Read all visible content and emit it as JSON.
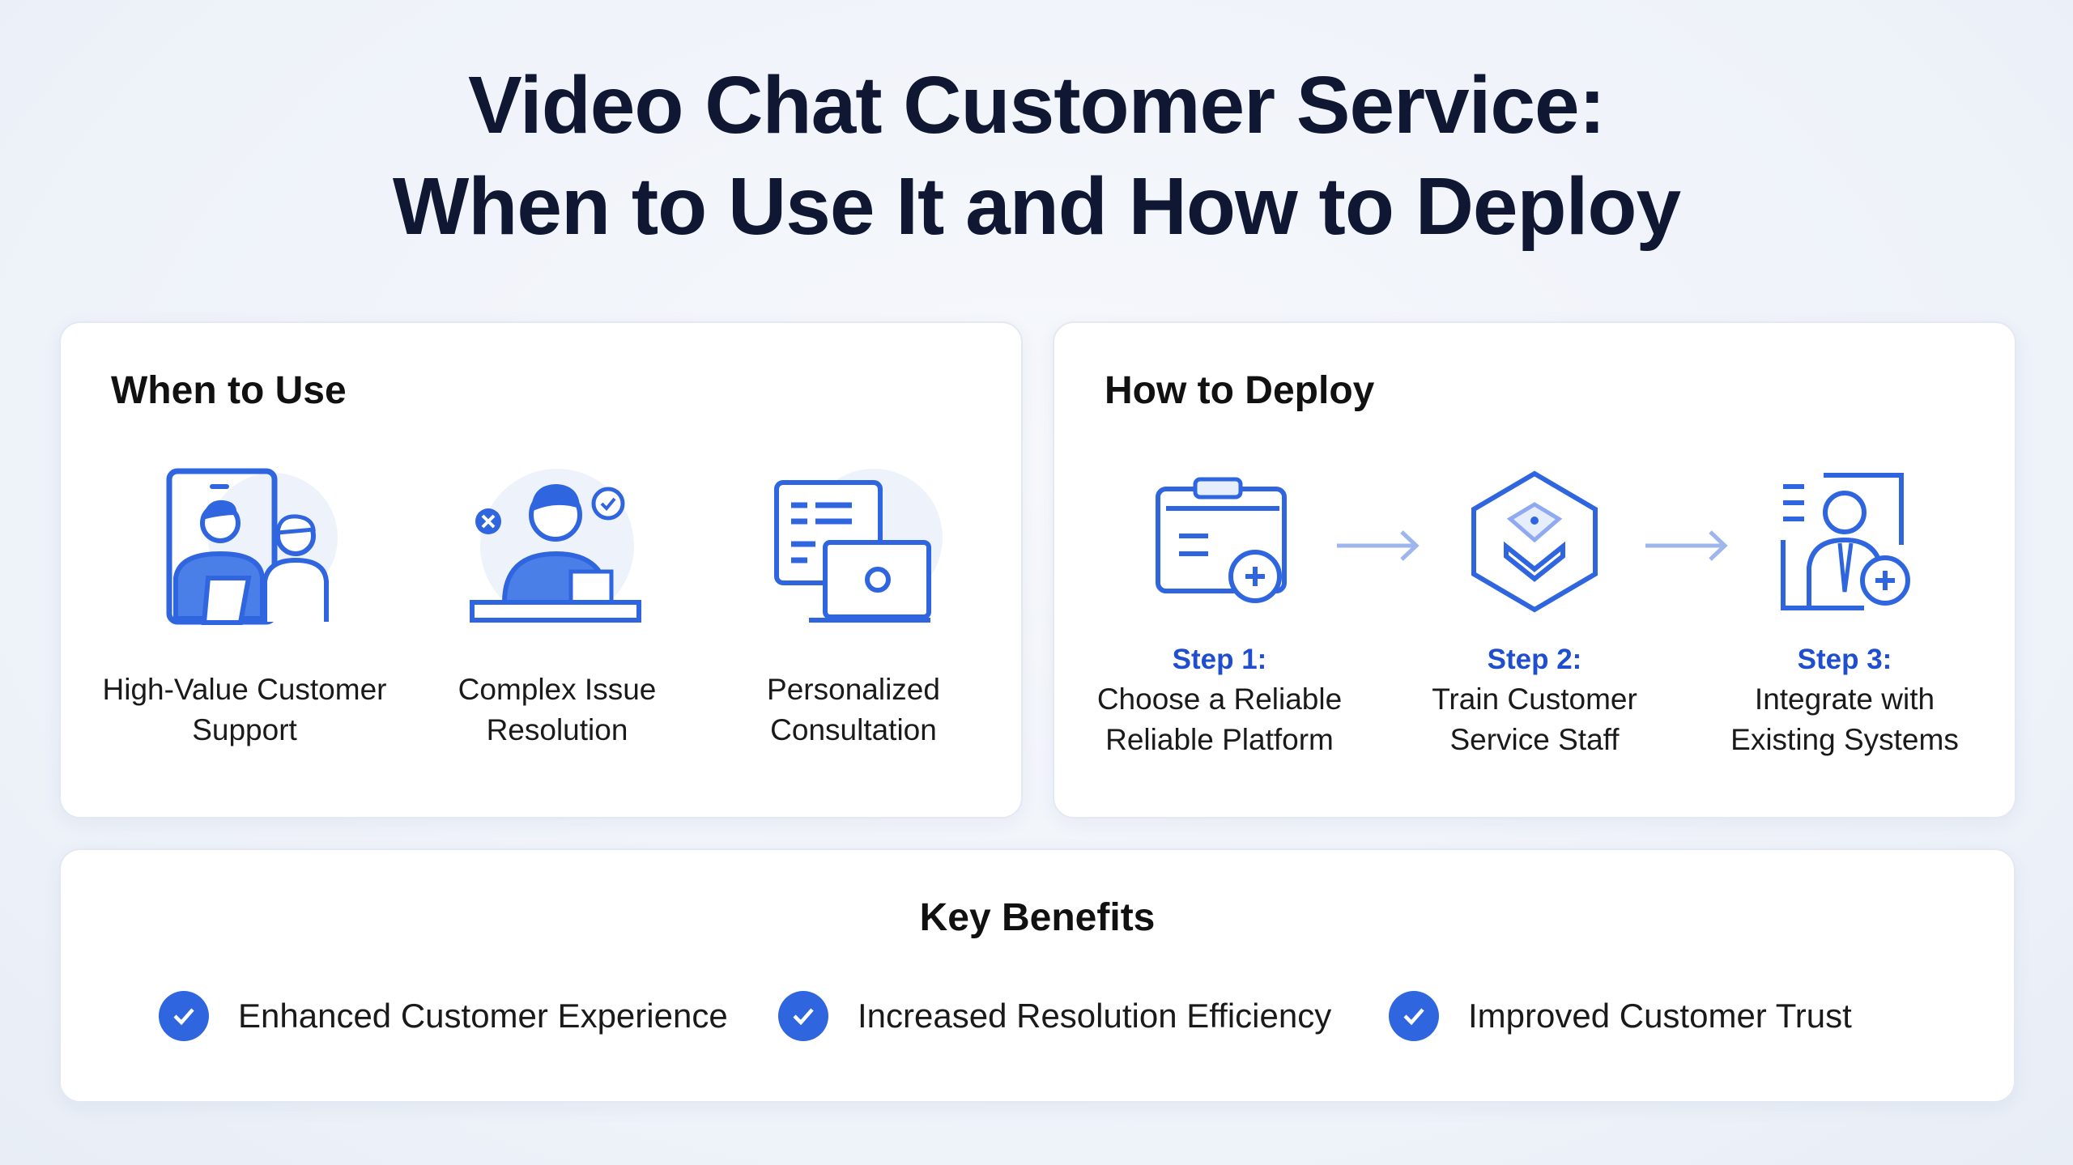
{
  "title": {
    "line1": "Video Chat Customer Service:",
    "line2": "When to Use It and How to Deploy"
  },
  "when_to_use": {
    "heading": "When to Use",
    "items": [
      {
        "icon": "video-call-agent-icon",
        "line1": "High-Value Customer",
        "line2": "Support"
      },
      {
        "icon": "agent-resolution-icon",
        "line1": "Complex Issue",
        "line2": "Resolution"
      },
      {
        "icon": "document-laptop-icon",
        "line1": "Personalized",
        "line2": "Consultation"
      }
    ]
  },
  "how_to_deploy": {
    "heading": "How to Deploy",
    "steps": [
      {
        "icon": "clipboard-add-icon",
        "step": "Step 1:",
        "line1": "Choose a Reliable",
        "line2": "Reliable Platform"
      },
      {
        "icon": "hexagon-layers-icon",
        "step": "Step 2:",
        "line1": "Train Customer",
        "line2": "Service Staff"
      },
      {
        "icon": "profile-add-icon",
        "step": "Step 3:",
        "line1": "Integrate with",
        "line2": "Existing Systems"
      }
    ]
  },
  "key_benefits": {
    "heading": "Key Benefits",
    "items": [
      "Enhanced Customer Experience",
      "Increased Resolution Efficiency",
      "Improved Customer Trust"
    ]
  },
  "colors": {
    "accent": "#2f66e0",
    "title": "#0f1733",
    "step": "#1f4fcf"
  }
}
